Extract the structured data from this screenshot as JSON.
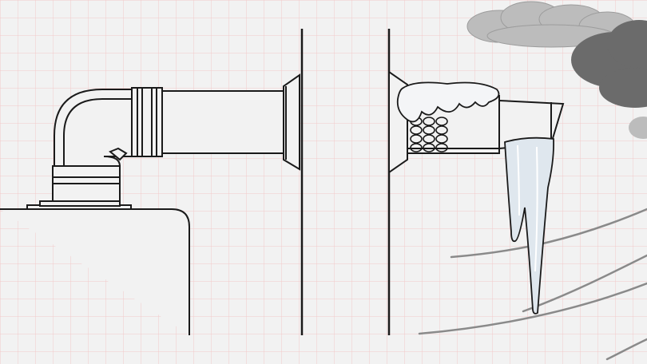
{
  "scene": {
    "background_color": "#f2f2f2",
    "grid_color": "#f3c9c9",
    "line_color": "#1a1a1a",
    "snow_color": "#f4f5f7",
    "ice_color": "#dfe7ee",
    "cloud_light_color": "#bcbcbc",
    "cloud_dark_color": "#6a6a6a",
    "wind_color": "#8a8a8a",
    "elements": [
      "water-heater-tank",
      "elbow-pipe",
      "horizontal-vent-pipe",
      "wall-section",
      "wall-flanges",
      "snow-cap",
      "ice-buildup",
      "icicle",
      "storm-clouds",
      "wind-lines"
    ]
  }
}
